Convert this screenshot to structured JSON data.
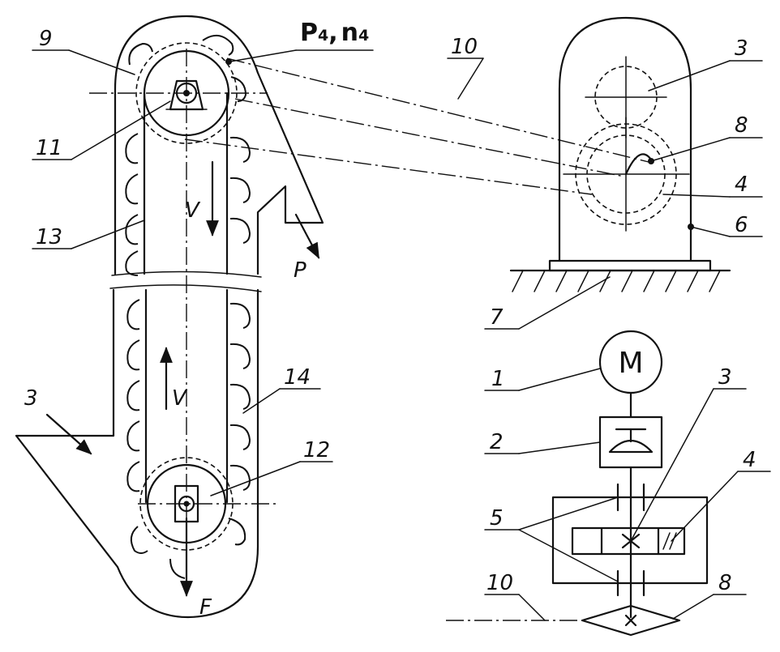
{
  "power_label": {
    "p": "P",
    "p_sub": "4",
    "sep": ",",
    "n": "n",
    "n_sub": "4"
  },
  "labels": {
    "l1": "1",
    "l2": "2",
    "l3_right": "3",
    "l3_drive": "3",
    "l3_left": "3",
    "l4_right": "4",
    "l4_drive": "4",
    "l5": "5",
    "l6": "6",
    "l7": "7",
    "l8_right": "8",
    "l8_drive": "8",
    "l9": "9",
    "l10_top": "10",
    "l10_drive": "10",
    "l11": "11",
    "l12": "12",
    "l13": "13",
    "l14": "14",
    "v_down": "V",
    "v_up": "V",
    "p_out": "P",
    "f_force": "F",
    "motor": "M"
  }
}
